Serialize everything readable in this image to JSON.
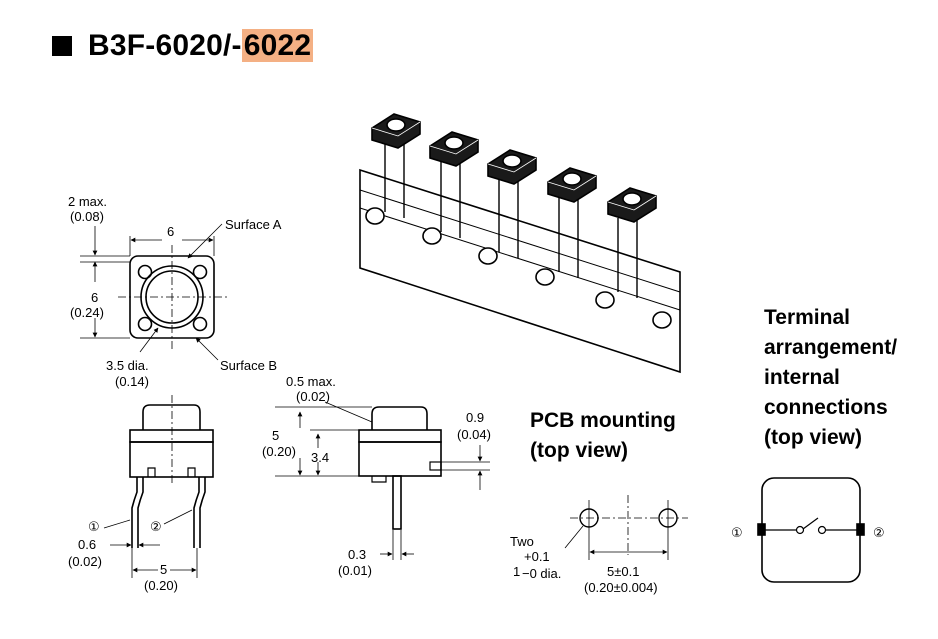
{
  "title": {
    "model": "B3F-6020/-",
    "highlight": "6022",
    "highlight_color": "#f4b084"
  },
  "headings": {
    "pcb_mounting": "PCB mounting\n(top view)",
    "terminal": "Terminal\narrangement/\ninternal\nconnections\n(top view)"
  },
  "top_view": {
    "dim_2max": "2 max.",
    "dim_2max_in": "(0.08)",
    "dim_width": "6",
    "dim_height": "6",
    "dim_height_in": "(0.24)",
    "surface_a": "Surface A",
    "surface_b": "Surface B",
    "dia": "3.5 dia.",
    "dia_in": "(0.14)"
  },
  "front_view": {
    "pin1": "①",
    "pin2": "②",
    "pin_w": "0.6",
    "pin_w_in": "(0.02)",
    "pitch": "5",
    "pitch_in": "(0.20)"
  },
  "side_view": {
    "max05": "0.5 max.",
    "max05_in": "(0.02)",
    "height": "5",
    "height_in": "(0.20)",
    "body": "3.4",
    "gap": "0.9",
    "gap_in": "(0.04)",
    "lead": "0.3",
    "lead_in": "(0.01)"
  },
  "pcb": {
    "two": "Two",
    "tol_plus": "+0.1",
    "one": "1",
    "tol_minus": "−0 dia.",
    "pitch": "5±0.1",
    "pitch_in": "(0.20±0.004)"
  },
  "terminal": {
    "pin1": "①",
    "pin2": "②"
  }
}
